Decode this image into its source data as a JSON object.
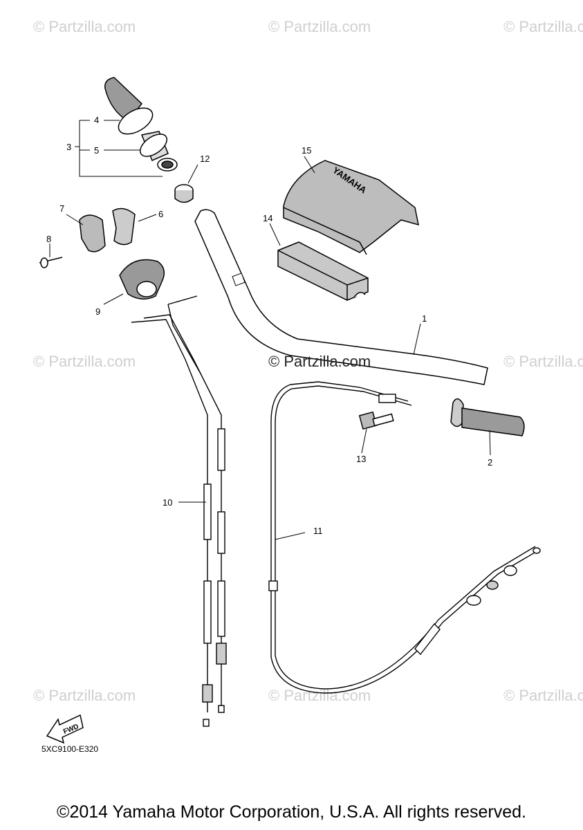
{
  "watermark": "© Partzilla.com",
  "watermark_center": "© Partzilla.com",
  "diagram_code": "5XC9100-E320",
  "fwd_label": "FWD",
  "footer": "©2014 Yamaha Motor Corporation, U.S.A. All rights reserved.",
  "brand_mark": "YAMAHA",
  "callouts": {
    "c1": "1",
    "c2": "2",
    "c3": "3",
    "c4": "4",
    "c5": "5",
    "c6": "6",
    "c7": "7",
    "c8": "8",
    "c9": "9",
    "c10": "10",
    "c11": "11",
    "c12": "12",
    "c13": "13",
    "c14": "14",
    "c15": "15"
  }
}
